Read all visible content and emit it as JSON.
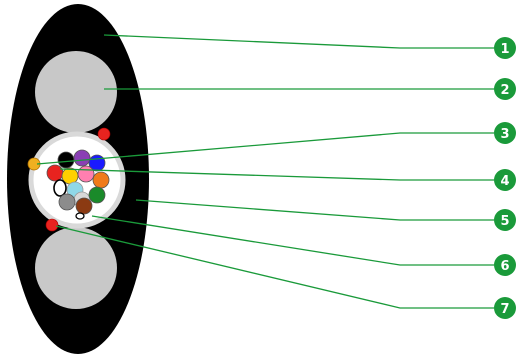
{
  "colors": {
    "jacket": "#000000",
    "strength_member": "#c8c8c8",
    "tube_ring": "#d9d9d9",
    "tube_fill": "#ffffff",
    "ripcord": "#e8231f",
    "callout": "#1a9a3a",
    "leader": "#1a9a3a"
  },
  "fibers": [
    {
      "name": "black-fiber",
      "color": "#000000"
    },
    {
      "name": "purple-fiber",
      "color": "#8a3fb4"
    },
    {
      "name": "blue-fiber",
      "color": "#1a1aff"
    },
    {
      "name": "red-fiber",
      "color": "#e8231f"
    },
    {
      "name": "yellow-fiber",
      "color": "#ffd000"
    },
    {
      "name": "pink-fiber",
      "color": "#ff7fb0"
    },
    {
      "name": "aqua-fiber",
      "color": "#8fd8e8"
    },
    {
      "name": "orange-fiber",
      "color": "#f07b1a"
    },
    {
      "name": "white-fiber",
      "color": "#ffffff"
    },
    {
      "name": "light-gray-fiber",
      "color": "#d8d8d8"
    },
    {
      "name": "gray-fiber",
      "color": "#8c8c8c"
    },
    {
      "name": "green-fiber",
      "color": "#1a8a2a"
    },
    {
      "name": "brown-fiber",
      "color": "#8b3a12"
    }
  ],
  "callouts": [
    {
      "label": "1"
    },
    {
      "label": "2"
    },
    {
      "label": "3"
    },
    {
      "label": "4"
    },
    {
      "label": "5"
    },
    {
      "label": "6"
    },
    {
      "label": "7"
    }
  ]
}
